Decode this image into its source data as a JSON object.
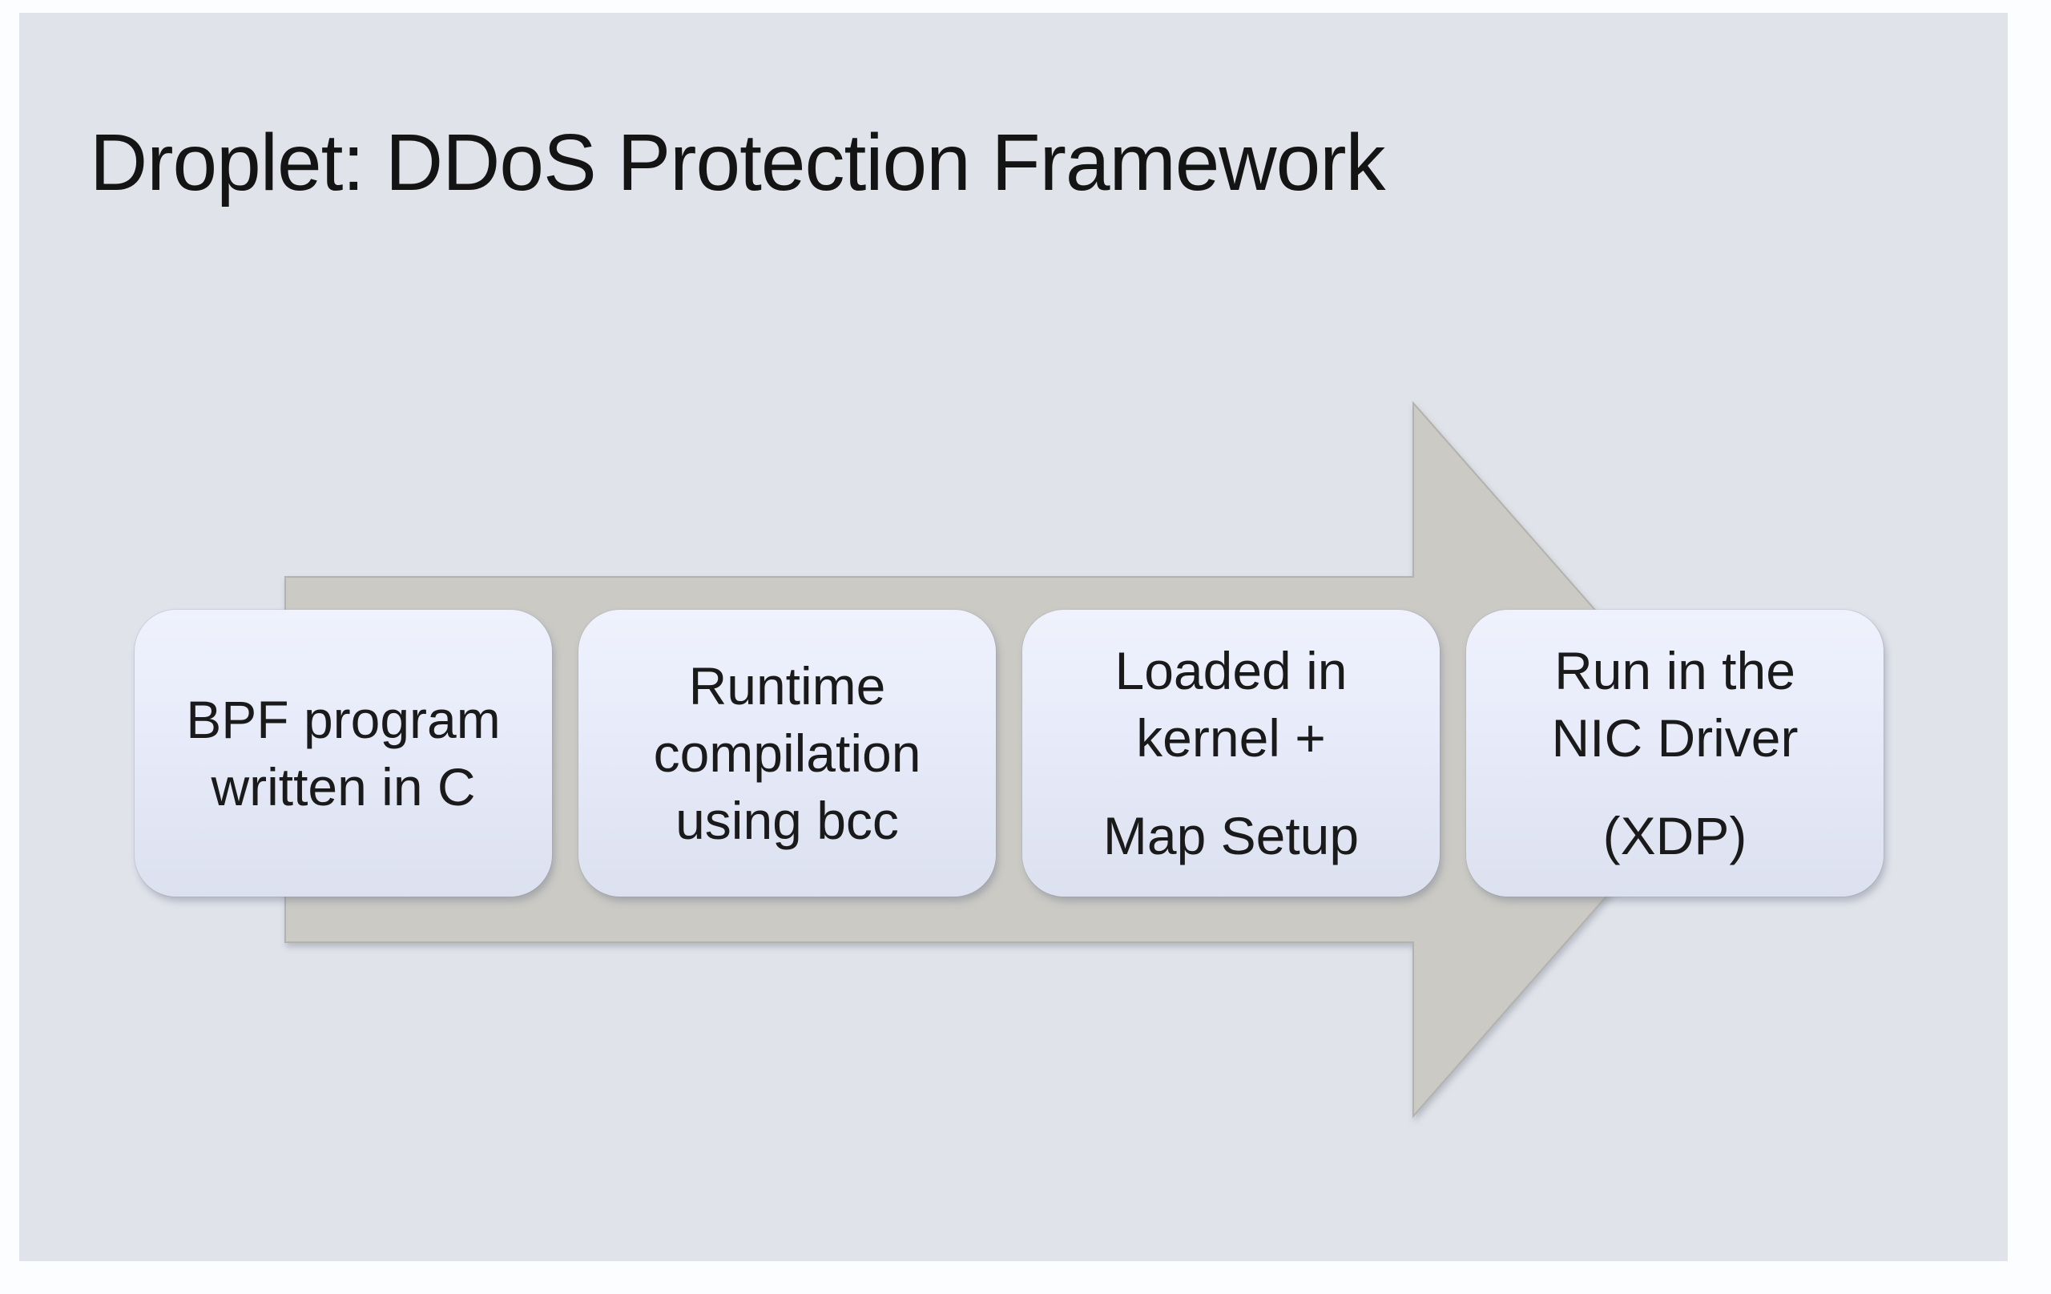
{
  "slide": {
    "title": "Droplet: DDoS Protection Framework",
    "colors": {
      "frame_background": "#fcfdfe",
      "slide_background": "#e0e3ea",
      "arrow_fill": "#cbcac5",
      "arrow_edge": "#b3b2ad",
      "box_fill_top": "#eff2fd",
      "box_fill_bottom": "#dce1ef",
      "text": "#1a1a1a"
    },
    "flow": {
      "type": "process-arrow",
      "direction": "right",
      "steps": [
        {
          "label": "BPF program written in C",
          "paragraphs": [
            {
              "lines": [
                "BPF program",
                "written in C"
              ]
            }
          ]
        },
        {
          "label": "Runtime compilation using bcc",
          "paragraphs": [
            {
              "lines": [
                "Runtime",
                "compilation",
                "using bcc"
              ]
            }
          ]
        },
        {
          "label": "Loaded in kernel + Map Setup",
          "paragraphs": [
            {
              "lines": [
                "Loaded in",
                "kernel +"
              ]
            },
            {
              "lines": [
                "Map Setup"
              ]
            }
          ]
        },
        {
          "label": "Run in the NIC Driver (XDP)",
          "paragraphs": [
            {
              "lines": [
                "Run in the",
                "NIC Driver"
              ]
            },
            {
              "lines": [
                "(XDP)"
              ]
            }
          ]
        }
      ]
    }
  }
}
